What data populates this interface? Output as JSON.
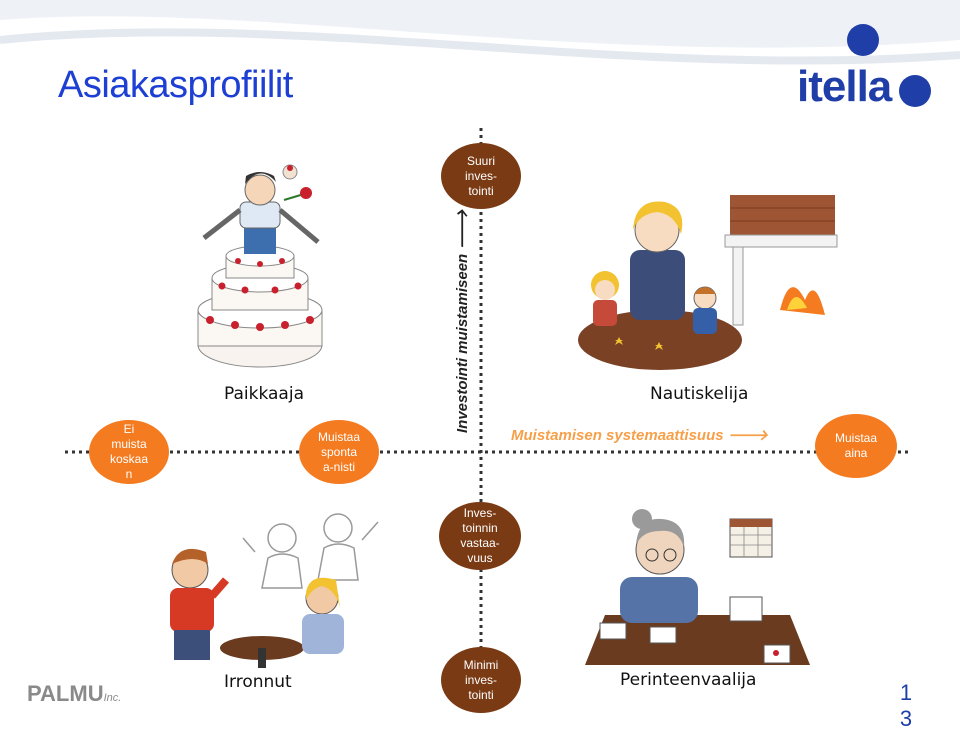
{
  "header": {
    "title": "Asiakasprofiilit"
  },
  "logo": {
    "text": "itella"
  },
  "axes": {
    "horizontal_label": "Muistamisen systemaattisuus 🡒",
    "vertical_label": "Investointi muistamiseen 🡒"
  },
  "ovals": {
    "left": "Ei\nmuista\nkoskaa\nn",
    "mid_left": "Muistaa\nsponta\na-nisti",
    "right": "Muistaa\naina",
    "top": "Suuri\ninves-\ntointi",
    "mid_bottom": "Inves-\ntoinnin\nvastaa-\nvuus",
    "bottom": "Minimi\ninves-\ntointi"
  },
  "personas": {
    "top_left": "Paikkaaja",
    "top_right": "Nautiskelija",
    "bottom_left": "Irronnut",
    "bottom_right": "Perinteenvaalija"
  },
  "footer": {
    "brand": "PALMU",
    "brand_suffix": "Inc.",
    "page_number": "1\n3"
  },
  "colors": {
    "title": "#1d3fd4",
    "oval_orange": "#f47b20",
    "oval_brown": "#7a3a14",
    "axis_label": "#f6a04a",
    "logo": "#1f3ea8"
  }
}
